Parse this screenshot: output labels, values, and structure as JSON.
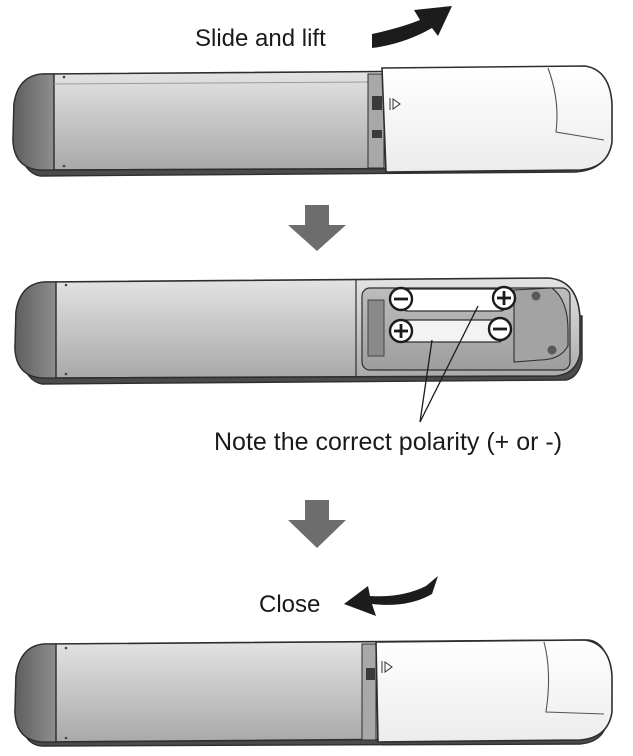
{
  "steps": {
    "slide_label": "Slide and lift",
    "polarity_note": "Note the correct polarity (+ or -)",
    "close_label": "Close"
  },
  "battery_markings": {
    "plus": "+",
    "minus": "−"
  },
  "colors": {
    "body_gray": "#c9c9c9",
    "body_dark": "#7c7c7c",
    "outline": "#2e2e2e",
    "cover_white": "#f6f6f6",
    "arrow_gray": "#6d6d6d",
    "slide_arrow": "#1c1c1c"
  },
  "icons": {
    "step_arrow": "down-arrow-icon",
    "slide_arrow": "curved-arrow-right-icon",
    "close_arrow": "curved-arrow-left-icon"
  }
}
